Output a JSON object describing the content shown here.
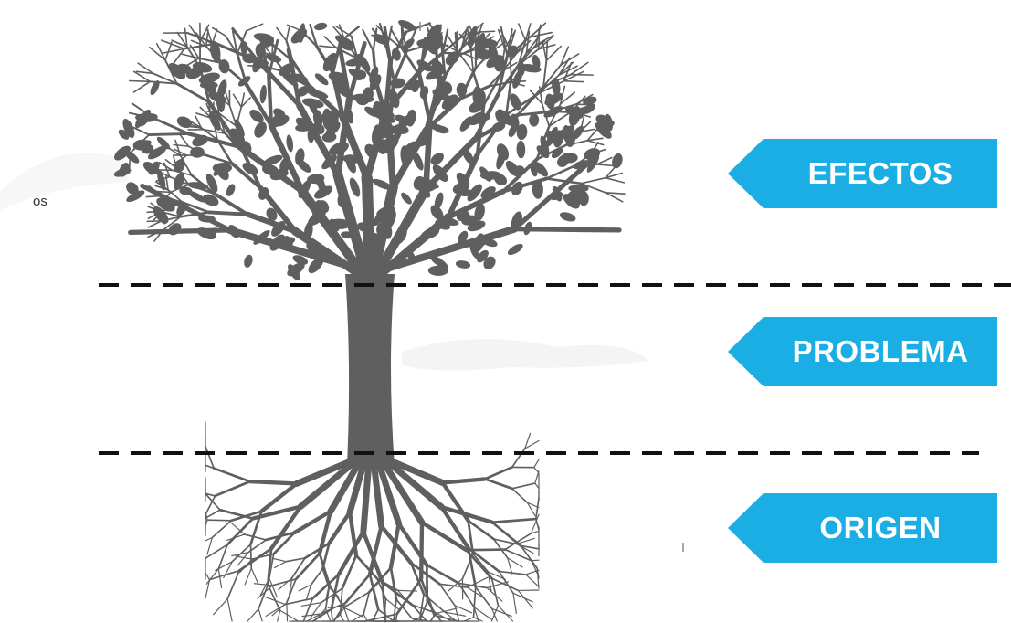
{
  "diagram": {
    "sections": [
      {
        "id": "efectos",
        "label": "EFECTOS"
      },
      {
        "id": "problema",
        "label": "PROBLEMA"
      },
      {
        "id": "origen",
        "label": "ORIGEN"
      }
    ],
    "stray_text": "os",
    "colors": {
      "arrow_fill": "#1aaee5",
      "arrow_text": "#ffffff",
      "tree": "#5f5f5f",
      "divider": "#111111",
      "background": "#ffffff"
    },
    "icons": {
      "tree": "tree-with-roots-icon",
      "arrow": "left-pointing-arrow-banner"
    }
  }
}
